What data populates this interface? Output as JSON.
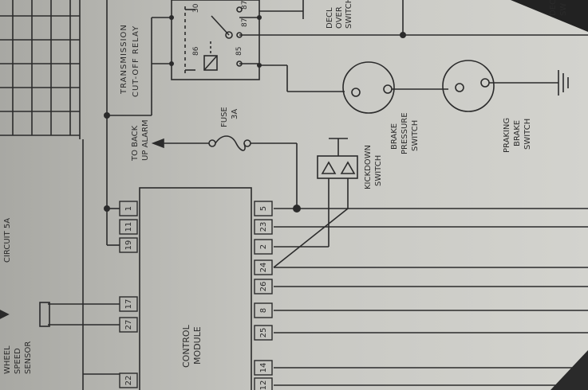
{
  "labels": {
    "relay_title_1": "TRANSMISSION",
    "relay_title_2": "CUT-OFF RELAY",
    "relay_pin_30": "30",
    "relay_pin_87": "87",
    "relay_pin_87a": "87a",
    "relay_pin_86": "86",
    "relay_pin_85": "85",
    "decl_top": "DECL",
    "decl_over": "OVER",
    "decl_switch": "SWITCH",
    "decl_right": "DECL",
    "decl_right_2": "SW",
    "fuse_1": "FUSE",
    "fuse_2": "3A",
    "backup_1": "TO BACK",
    "backup_2": "UP ALARM",
    "kick_1": "KICKDOWN",
    "kick_2": "SWITCH",
    "brake_1": "BRAKE",
    "brake_2": "PRESSURE",
    "brake_3": "SWITCH",
    "park_1": "PRAKING",
    "park_2": "BRAKE",
    "park_3": "SWITCH",
    "circuit": "CIRCUIT 5A",
    "wheel_1": "WHEEL",
    "wheel_2": "SPEED",
    "wheel_3": "SENSOR",
    "cm_1": "CONTROL",
    "cm_2": "MODULE"
  },
  "module_left_pins": [
    "1",
    "11",
    "19",
    "17",
    "27",
    "22"
  ],
  "module_right_pins": [
    "5",
    "23",
    "2",
    "24",
    "26",
    "8",
    "25",
    "14",
    "12"
  ],
  "colors": {
    "paper": "#c9c9c4",
    "ink": "#2b2b2b"
  }
}
